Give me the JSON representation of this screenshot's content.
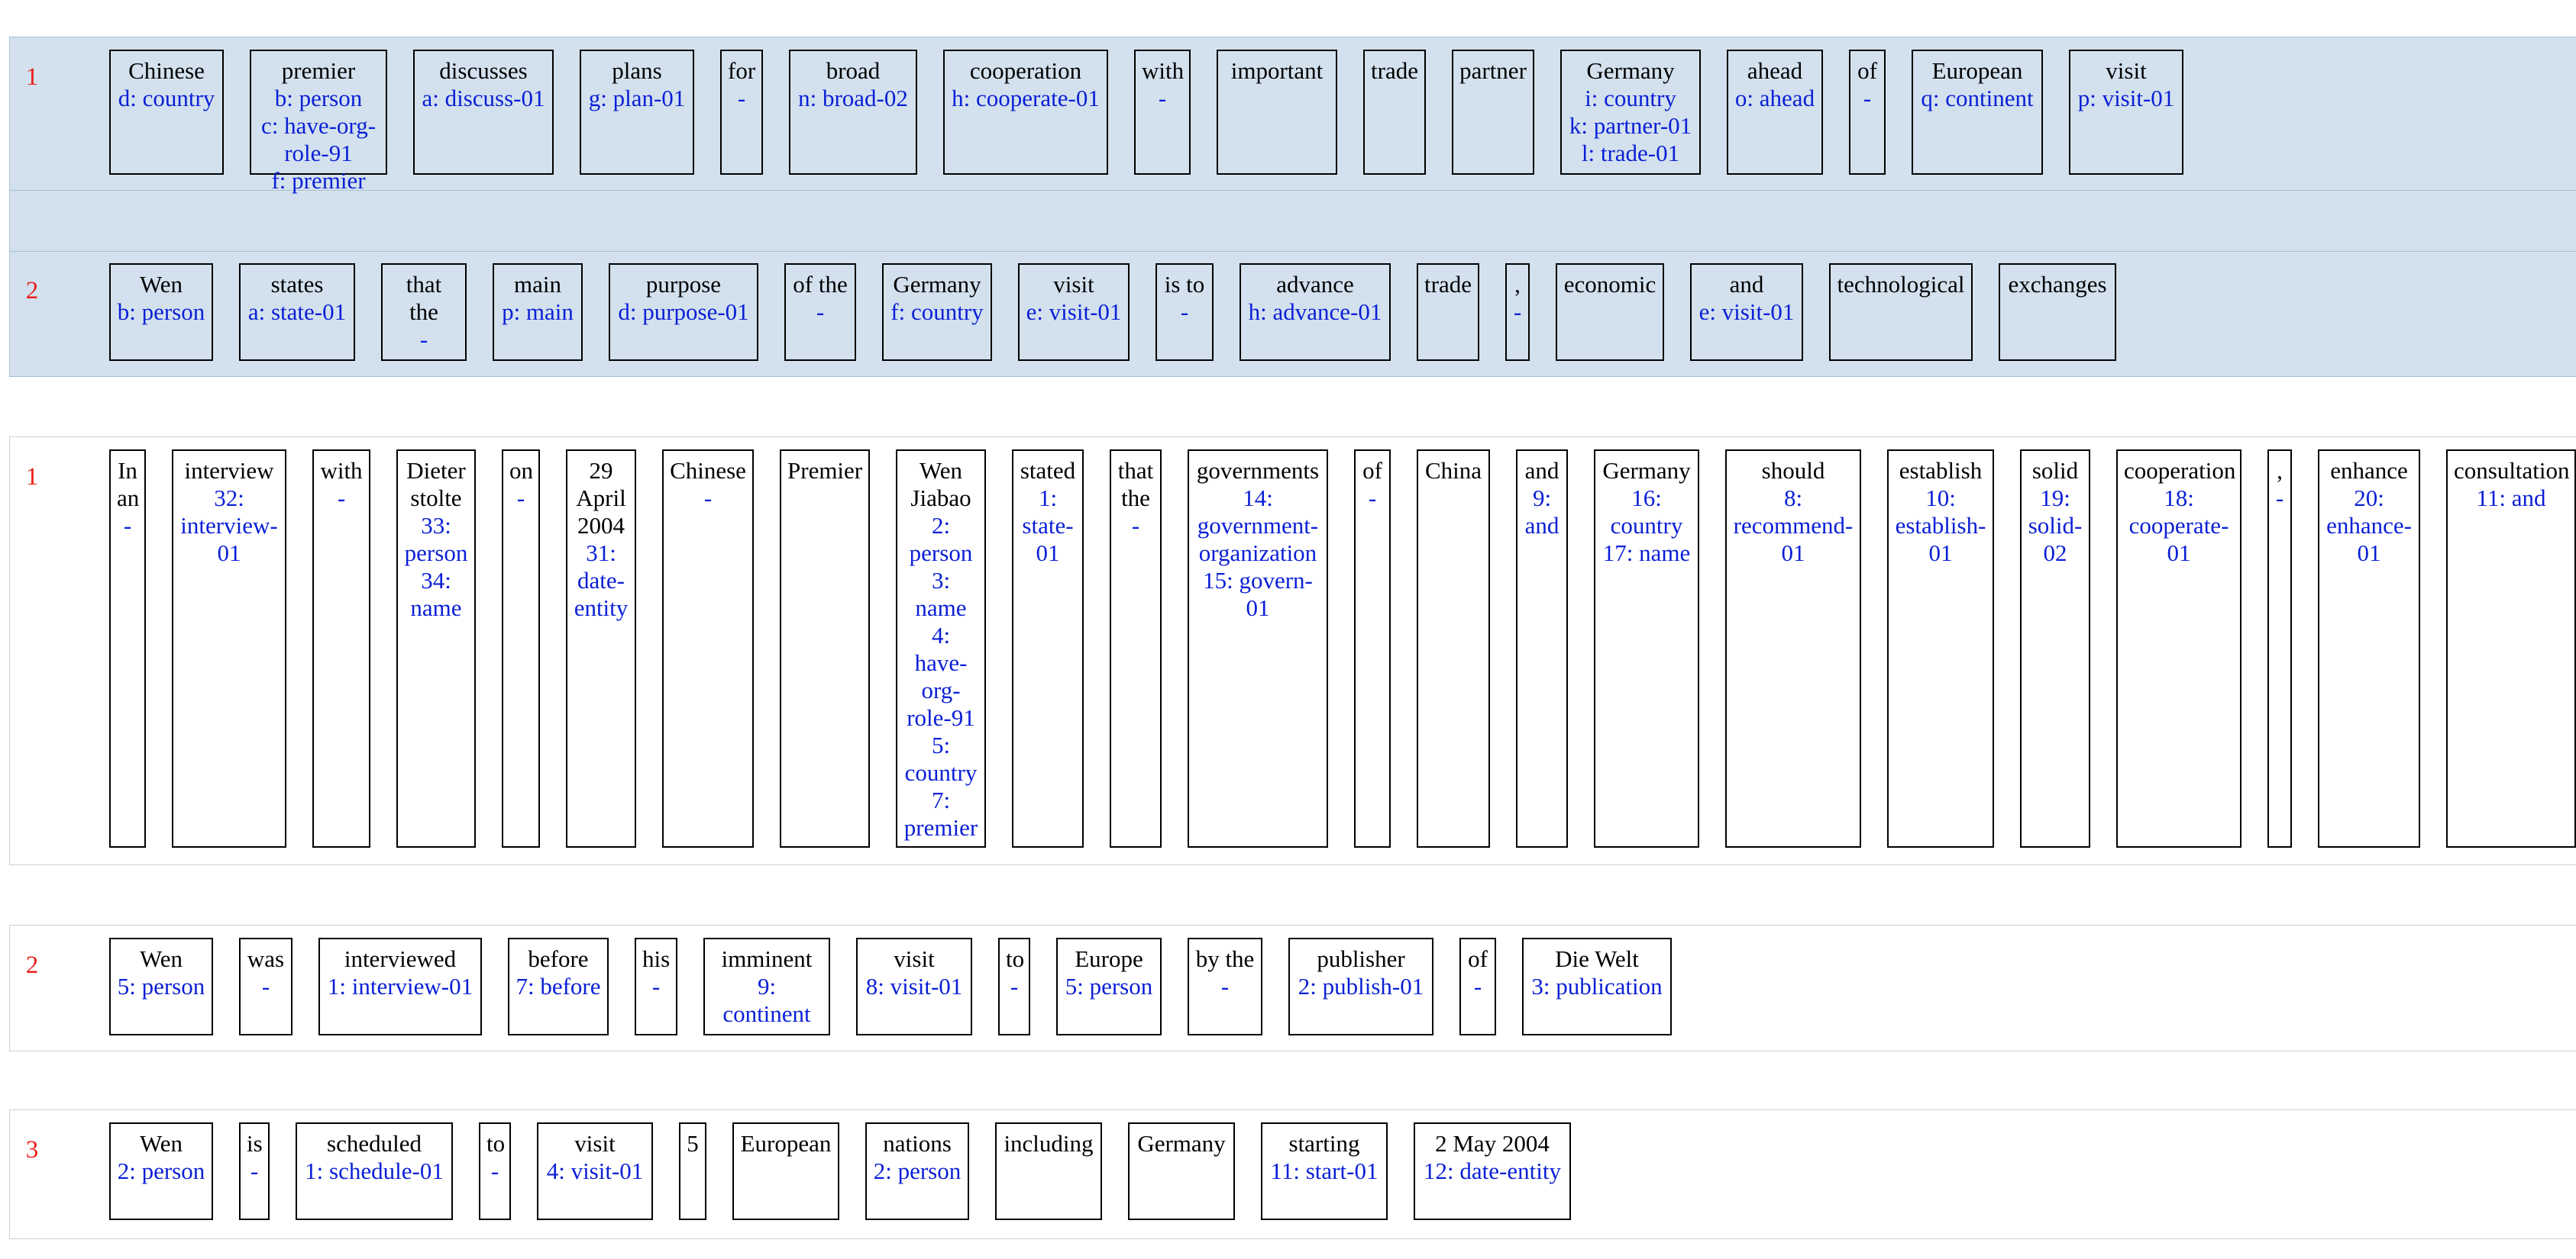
{
  "blocks": [
    {
      "style": "blue",
      "sentences": [
        {
          "num": "1",
          "tokens": [
            {
              "w": "Chinese",
              "a": "d: country"
            },
            {
              "w": "premier",
              "a": "b: person\nc: have-org-role-91\nf: premier"
            },
            {
              "w": "discusses",
              "a": "a: discuss-01"
            },
            {
              "w": "plans",
              "a": "g: plan-01"
            },
            {
              "w": "for",
              "a": "-"
            },
            {
              "w": "broad",
              "a": "n: broad-02"
            },
            {
              "w": "cooperation",
              "a": "h: cooperate-01"
            },
            {
              "w": "with",
              "a": "-"
            },
            {
              "w": "important",
              "a": ""
            },
            {
              "w": "trade",
              "a": ""
            },
            {
              "w": "partner",
              "a": ""
            },
            {
              "w": "Germany",
              "a": "i: country\nk: partner-01\nl: trade-01"
            },
            {
              "w": "ahead",
              "a": "o: ahead"
            },
            {
              "w": "of",
              "a": "-"
            },
            {
              "w": "European",
              "a": "q: continent"
            },
            {
              "w": "visit",
              "a": "p: visit-01"
            }
          ]
        },
        {
          "num": "2",
          "tokens": [
            {
              "w": "Wen",
              "a": "b: person"
            },
            {
              "w": "states",
              "a": "a: state-01"
            },
            {
              "w": "that the",
              "a": "-"
            },
            {
              "w": "main",
              "a": "p: main"
            },
            {
              "w": "purpose",
              "a": "d: purpose-01"
            },
            {
              "w": "of the",
              "a": "-"
            },
            {
              "w": "Germany",
              "a": "f: country"
            },
            {
              "w": "visit",
              "a": "e: visit-01"
            },
            {
              "w": "is to",
              "a": "-"
            },
            {
              "w": "advance",
              "a": "h: advance-01"
            },
            {
              "w": "trade",
              "a": ""
            },
            {
              "w": ",",
              "a": "-"
            },
            {
              "w": "economic",
              "a": ""
            },
            {
              "w": "and",
              "a": "e: visit-01"
            },
            {
              "w": "technological",
              "a": ""
            },
            {
              "w": "exchanges",
              "a": ""
            }
          ]
        }
      ]
    },
    {
      "style": "white",
      "sentences": [
        {
          "num": "1",
          "tokens": [
            {
              "w": "In an",
              "a": "-"
            },
            {
              "w": "interview",
              "a": "32: interview-01"
            },
            {
              "w": "with",
              "a": "-"
            },
            {
              "w": "Dieter stolte",
              "a": "33: person 34: name"
            },
            {
              "w": "on",
              "a": "-"
            },
            {
              "w": "29 April 2004",
              "a": "31: date-entity"
            },
            {
              "w": "Chinese",
              "a": "-"
            },
            {
              "w": "Premier",
              "a": ""
            },
            {
              "w": "Wen Jiabao",
              "a": "2: person 3: name 4: have-org-role-91 5: country 7: premier"
            },
            {
              "w": "stated",
              "a": "1: state-01"
            },
            {
              "w": "that the",
              "a": "-"
            },
            {
              "w": "governments",
              "a": "14: government-organization 15: govern-01"
            },
            {
              "w": "of",
              "a": "-"
            },
            {
              "w": "China",
              "a": ""
            },
            {
              "w": "and",
              "a": "9: and"
            },
            {
              "w": "Germany",
              "a": "16: country 17: name"
            },
            {
              "w": "should",
              "a": "8: recommend-01"
            },
            {
              "w": "establish",
              "a": "10: establish-01"
            },
            {
              "w": "solid",
              "a": "19: solid-02"
            },
            {
              "w": "cooperation",
              "a": "18: cooperate-01"
            },
            {
              "w": ",",
              "a": "-"
            },
            {
              "w": "enhance",
              "a": "20: enhance-01"
            },
            {
              "w": "consultation",
              "a": "11: and"
            }
          ]
        }
      ]
    },
    {
      "style": "white",
      "sentences": [
        {
          "num": "2",
          "tokens": [
            {
              "w": "Wen",
              "a": "5: person"
            },
            {
              "w": "was",
              "a": "-"
            },
            {
              "w": "interviewed",
              "a": "1: interview-01"
            },
            {
              "w": "before",
              "a": "7: before"
            },
            {
              "w": "his",
              "a": "-"
            },
            {
              "w": "imminent",
              "a": "9: continent"
            },
            {
              "w": "visit",
              "a": "8: visit-01"
            },
            {
              "w": "to",
              "a": "-"
            },
            {
              "w": "Europe",
              "a": "5: person"
            },
            {
              "w": "by the",
              "a": "-"
            },
            {
              "w": "publisher",
              "a": "2: publish-01"
            },
            {
              "w": "of",
              "a": "-"
            },
            {
              "w": "Die Welt",
              "a": "3: publication"
            }
          ]
        }
      ]
    },
    {
      "style": "white",
      "sentences": [
        {
          "num": "3",
          "tokens": [
            {
              "w": "Wen",
              "a": "2: person"
            },
            {
              "w": "is",
              "a": "-"
            },
            {
              "w": "scheduled",
              "a": "1: schedule-01"
            },
            {
              "w": "to",
              "a": "-"
            },
            {
              "w": "visit",
              "a": "4: visit-01"
            },
            {
              "w": "5",
              "a": ""
            },
            {
              "w": "European",
              "a": ""
            },
            {
              "w": "nations",
              "a": "2: person"
            },
            {
              "w": "including",
              "a": ""
            },
            {
              "w": "Germany",
              "a": ""
            },
            {
              "w": "starting",
              "a": "11: start-01"
            },
            {
              "w": "2 May 2004",
              "a": "12: date-entity"
            }
          ]
        }
      ]
    }
  ]
}
